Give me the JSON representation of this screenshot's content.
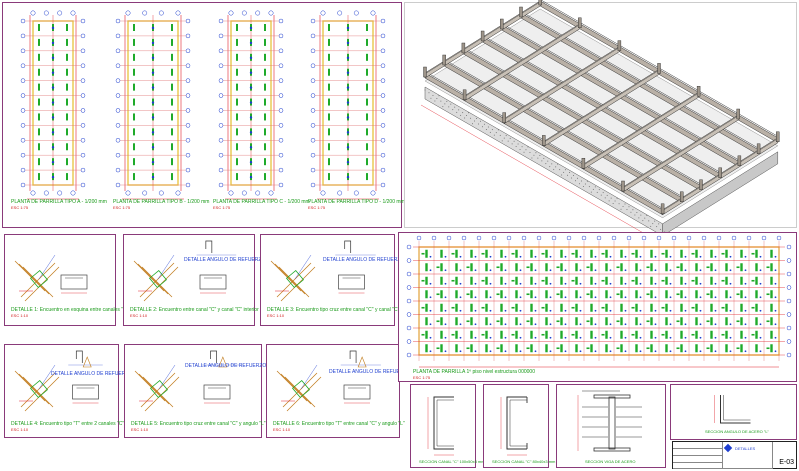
{
  "plans": [
    {
      "caption": "PLANTA DE PARRILLA TIPO A - 1/200 mm",
      "scale": "ESC 1:75"
    },
    {
      "caption": "PLANTA DE PARRILLA TIPO B - 1/200 mm",
      "scale": "ESC 1:75"
    },
    {
      "caption": "PLANTA DE PARRILLA TIPO C - 1/200 mm",
      "scale": "ESC 1:75"
    },
    {
      "caption": "PLANTA DE PARRILLA TIPO D - 1/200 mm",
      "scale": "ESC 1:75"
    }
  ],
  "details": [
    {
      "caption": "DETALLE 1: Encuentro en esquina entre canales \"C\"",
      "callout": "",
      "scale": "ESC 1:10"
    },
    {
      "caption": "DETALLE 2: Encuentro entre canal \"C\" y canal \"C\" interior",
      "callout": "DETALLE ANGULO DE REFUERZO",
      "scale": "ESC 1:10"
    },
    {
      "caption": "DETALLE 3: Encuentro tipo cruz entre canal \"C\" y canal \"C\"",
      "callout": "DETALLE ANGULO DE REFUERZO",
      "scale": "ESC 1:10"
    },
    {
      "caption": "DETALLE 4: Encuentro tipo \"T\" entre 2 canales \"C\"",
      "callout": "DETALLE ANGULO DE REFUERZO",
      "scale": "ESC 1:10"
    },
    {
      "caption": "DETALLE 5: Encuentro tipo cruz entre canal \"C\" y angulo \"L\"",
      "callout": "DETALLE ANGULO DE REFUERZO",
      "scale": "ESC 1:10"
    },
    {
      "caption": "DETALLE 6: Encuentro tipo \"T\" entre canal \"C\" y angulo \"L\"",
      "callout": "DETALLE ANGULO DE REFUERZO",
      "scale": "ESC 1:10"
    }
  ],
  "large_plan": {
    "caption": "PLANTA DE PARRILLA 1º piso nivel estructura 000000",
    "scale": "ESC 1:75"
  },
  "sections": [
    {
      "caption": "SECCION CANAL \"C\" 100x50x3 mm"
    },
    {
      "caption": "SECCION CANAL \"C\" 80x40x3 mm"
    },
    {
      "caption": "SECCION VIGA DE ACERO"
    },
    {
      "caption": "SECCION ANGULO DE ACERO \"L\""
    }
  ],
  "title_block": {
    "title": "DETALLES",
    "sheet": "E-03"
  },
  "colors": {
    "frame": "#8a3a7a",
    "green": "#1faa2a",
    "red": "#e0202a",
    "blue": "#1f3fd0",
    "yellow": "#e8c84a"
  }
}
